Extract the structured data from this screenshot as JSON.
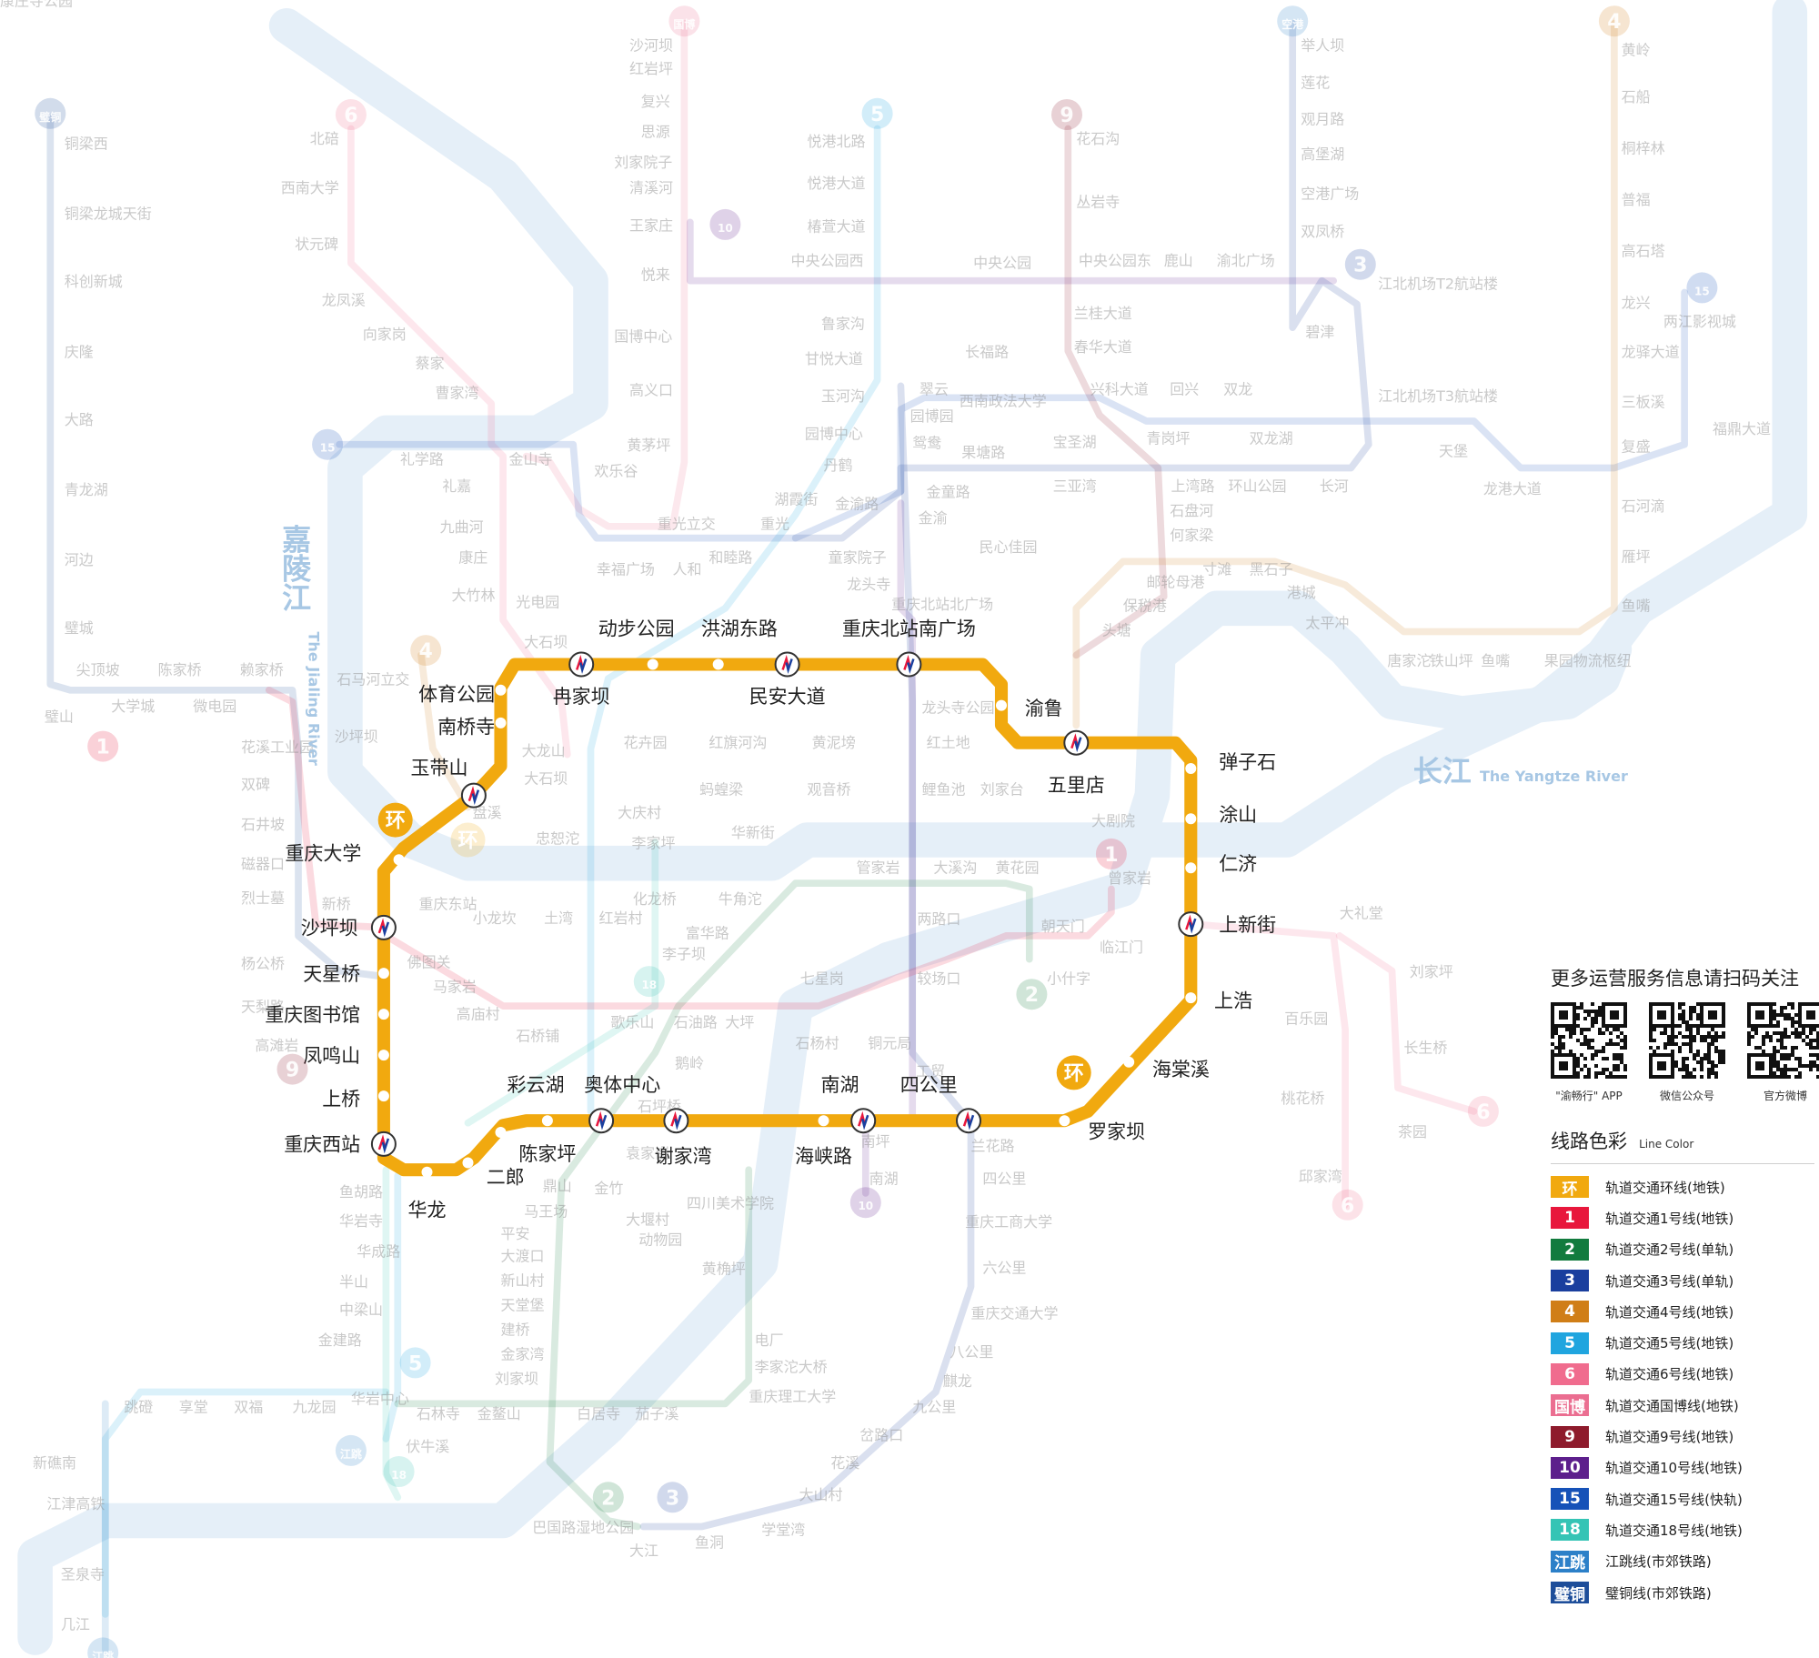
{
  "map": {
    "rivers": [
      {
        "name": "嘉陵江",
        "en": "The Jialing River"
      },
      {
        "name": "长江",
        "en": "The Yangtze River"
      }
    ],
    "loop_badges": [
      "环",
      "环"
    ],
    "loop_stations": [
      "体育公园",
      "南桥寺",
      "玉带山",
      "冉家坝",
      "动步公园",
      "洪湖东路",
      "民安大道",
      "重庆北站南广场",
      "渝鲁",
      "五里店",
      "弹子石",
      "涂山",
      "仁济",
      "上新街",
      "上浩",
      "海棠溪",
      "罗家坝",
      "四公里",
      "南湖",
      "海峡路",
      "谢家湾",
      "奥体中心",
      "彩云湖",
      "陈家坪",
      "二郎",
      "华龙",
      "重庆西站",
      "上桥",
      "凤鸣山",
      "重庆图书馆",
      "天星桥",
      "沙坪坝",
      "重庆大学"
    ],
    "line_badges": [
      "6",
      "5",
      "9",
      "10",
      "3",
      "4",
      "15",
      "1",
      "4",
      "1",
      "18",
      "9",
      "2",
      "6",
      "6",
      "10",
      "5",
      "18",
      "2",
      "3",
      "15",
      "国博",
      "江跳",
      "璧铜",
      "江跳",
      "空港"
    ],
    "faded_stations": [
      "铜梁西",
      "铜梁龙城天街",
      "科创新城",
      "庆隆",
      "大路",
      "青龙湖",
      "河边",
      "璧城",
      "璧山",
      "尖顶坡",
      "陈家桥",
      "赖家桥",
      "大学城",
      "微电园",
      "北碚",
      "西南大学",
      "状元碑",
      "龙凤溪",
      "向家岗",
      "蔡家",
      "曹家湾",
      "沙河坝",
      "红岩坪",
      "复兴",
      "思源",
      "刘家院子",
      "清溪河",
      "王家庄",
      "悦来",
      "国博中心",
      "高义口",
      "黄茅坪",
      "欢乐谷",
      "礼嘉",
      "礼学路",
      "金山寺",
      "九曲河",
      "康庄",
      "大竹林",
      "光电园",
      "悦港北路",
      "悦港大道",
      "椿萱大道",
      "中央公园西",
      "鲁家沟",
      "甘悦大道",
      "玉河沟",
      "园博中心",
      "丹鹤",
      "湖霞街",
      "金渝路",
      "花石沟",
      "丛岩寺",
      "中央公园",
      "中央公园东",
      "鹿山",
      "渝北广场",
      "兰桂大道",
      "春华大道",
      "兴科大道",
      "回兴",
      "双龙",
      "举人坝",
      "莲花",
      "观月路",
      "高堡湖",
      "空港广场",
      "双凤桥",
      "碧津",
      "江北机场T2航站楼",
      "江北机场T3航站楼",
      "黄岭",
      "石船",
      "桐梓林",
      "普福",
      "高石塔",
      "龙兴",
      "龙驿大道",
      "三板溪",
      "复盛",
      "石河滴",
      "雁坪",
      "鱼嘴",
      "两江影视城",
      "福鼎大道",
      "长福路",
      "翠云",
      "园博园",
      "西南政法大学",
      "宝圣湖",
      "青岗坪",
      "双龙湖",
      "天堡",
      "龙港大道",
      "鸳鸯",
      "果塘路",
      "上湾路",
      "环山公园",
      "长河",
      "三亚湾",
      "金童路",
      "金渝",
      "民心佳园",
      "石盘河",
      "何家梁",
      "邮轮母港",
      "寸滩",
      "黑石子",
      "港城",
      "太平冲",
      "唐家沱",
      "铁山坪",
      "鱼嘴",
      "果园物流枢纽",
      "重光立交",
      "重光",
      "幸福广场",
      "人和",
      "和睦路",
      "童家院子",
      "龙头寺",
      "重庆北站北广场",
      "保税港",
      "头塘",
      "大石坝",
      "龙头寺公园",
      "红土地",
      "鲤鱼池",
      "刘家台",
      "大剧院",
      "大龙山",
      "花卉园",
      "红旗河沟",
      "黄泥塝",
      "大石坝",
      "蚂蝗梁",
      "观音桥",
      "华新街",
      "大庆村",
      "盘溪",
      "忠恕沱",
      "李家坪",
      "化龙桥",
      "牛角沱",
      "管家岩",
      "大溪沟",
      "黄花园",
      "曾家岩",
      "朝天门",
      "临江门",
      "小什字",
      "较场口",
      "七星岗",
      "两路口",
      "大礼堂",
      "刘家坪",
      "百乐园",
      "长生桥",
      "桃花桥",
      "邱家湾",
      "茶园",
      "重庆东站",
      "小龙坎",
      "土湾",
      "红岩村",
      "富华路",
      "李子坝",
      "佛图关",
      "马家岩",
      "高庙村",
      "石桥铺",
      "歌乐山",
      "石油路",
      "大坪",
      "鹅岭",
      "袁家岗",
      "石坪桥",
      "石杨村",
      "铜元局",
      "工贸",
      "南坪",
      "南湖",
      "兰花路",
      "四公里",
      "重庆工商大学",
      "六公里",
      "重庆交通大学",
      "八公里",
      "麒龙",
      "九公里",
      "岔路口",
      "花溪",
      "大山村",
      "学堂湾",
      "鱼胡路",
      "华岩寺",
      "华成路",
      "半山",
      "中梁山",
      "金建路",
      "华岩中心",
      "跳磴",
      "享堂",
      "双福",
      "九龙园",
      "石林寺",
      "金鳌山",
      "伏牛溪",
      "新礁南",
      "江津高铁",
      "圣泉寺",
      "几江",
      "鼎山",
      "马王场",
      "平安",
      "大渡口",
      "新山村",
      "天堂堡",
      "建桥",
      "金家湾",
      "刘家坝",
      "白居寺",
      "茄子溪",
      "巴国路湿地公园",
      "大江",
      "鱼洞",
      "金竹",
      "大堰村",
      "动物园",
      "四川美术学院",
      "黄桷坪",
      "电厂",
      "李家沱大桥",
      "重庆理工大学",
      "花溪工业园",
      "双碑",
      "石井坡",
      "磁器口",
      "烈士墓",
      "杨公桥",
      "天梨路",
      "高滩岩",
      "新桥",
      "沙坪坝",
      "石马河立交",
      "康庄寺公园"
    ]
  },
  "side": {
    "qr_title": "更多运营服务信息请扫码关注",
    "qr_codes": [
      {
        "caption": "\"渝畅行\" APP"
      },
      {
        "caption": "微信公众号"
      },
      {
        "caption": "官方微博"
      }
    ],
    "legend_title": "线路色彩",
    "legend_sub": "Line Color",
    "legend": [
      {
        "code": "环",
        "name": "轨道交通环线(地铁)",
        "color": "#F1A90F"
      },
      {
        "code": "1",
        "name": "轨道交通1号线(地铁)",
        "color": "#E8173C"
      },
      {
        "code": "2",
        "name": "轨道交通2号线(单轨)",
        "color": "#127B3E"
      },
      {
        "code": "3",
        "name": "轨道交通3号线(单轨)",
        "color": "#1A3F9E"
      },
      {
        "code": "4",
        "name": "轨道交通4号线(地铁)",
        "color": "#D07E17"
      },
      {
        "code": "5",
        "name": "轨道交通5号线(地铁)",
        "color": "#20A5DF"
      },
      {
        "code": "6",
        "name": "轨道交通6号线(地铁)",
        "color": "#F06C8E"
      },
      {
        "code": "国博",
        "name": "轨道交通国博线(地铁)",
        "color": "#EB6E91"
      },
      {
        "code": "9",
        "name": "轨道交通9号线(地铁)",
        "color": "#8E1B2C"
      },
      {
        "code": "10",
        "name": "轨道交通10号线(地铁)",
        "color": "#5D1F8C"
      },
      {
        "code": "15",
        "name": "轨道交通15号线(快轨)",
        "color": "#1652B8"
      },
      {
        "code": "18",
        "name": "轨道交通18号线(地铁)",
        "color": "#35C4B5"
      },
      {
        "code": "江跳",
        "name": "江跳线(市郊铁路)",
        "color": "#2C80C8"
      },
      {
        "code": "璧铜",
        "name": "璧铜线(市郊铁路)",
        "color": "#1E4E9A"
      }
    ]
  }
}
